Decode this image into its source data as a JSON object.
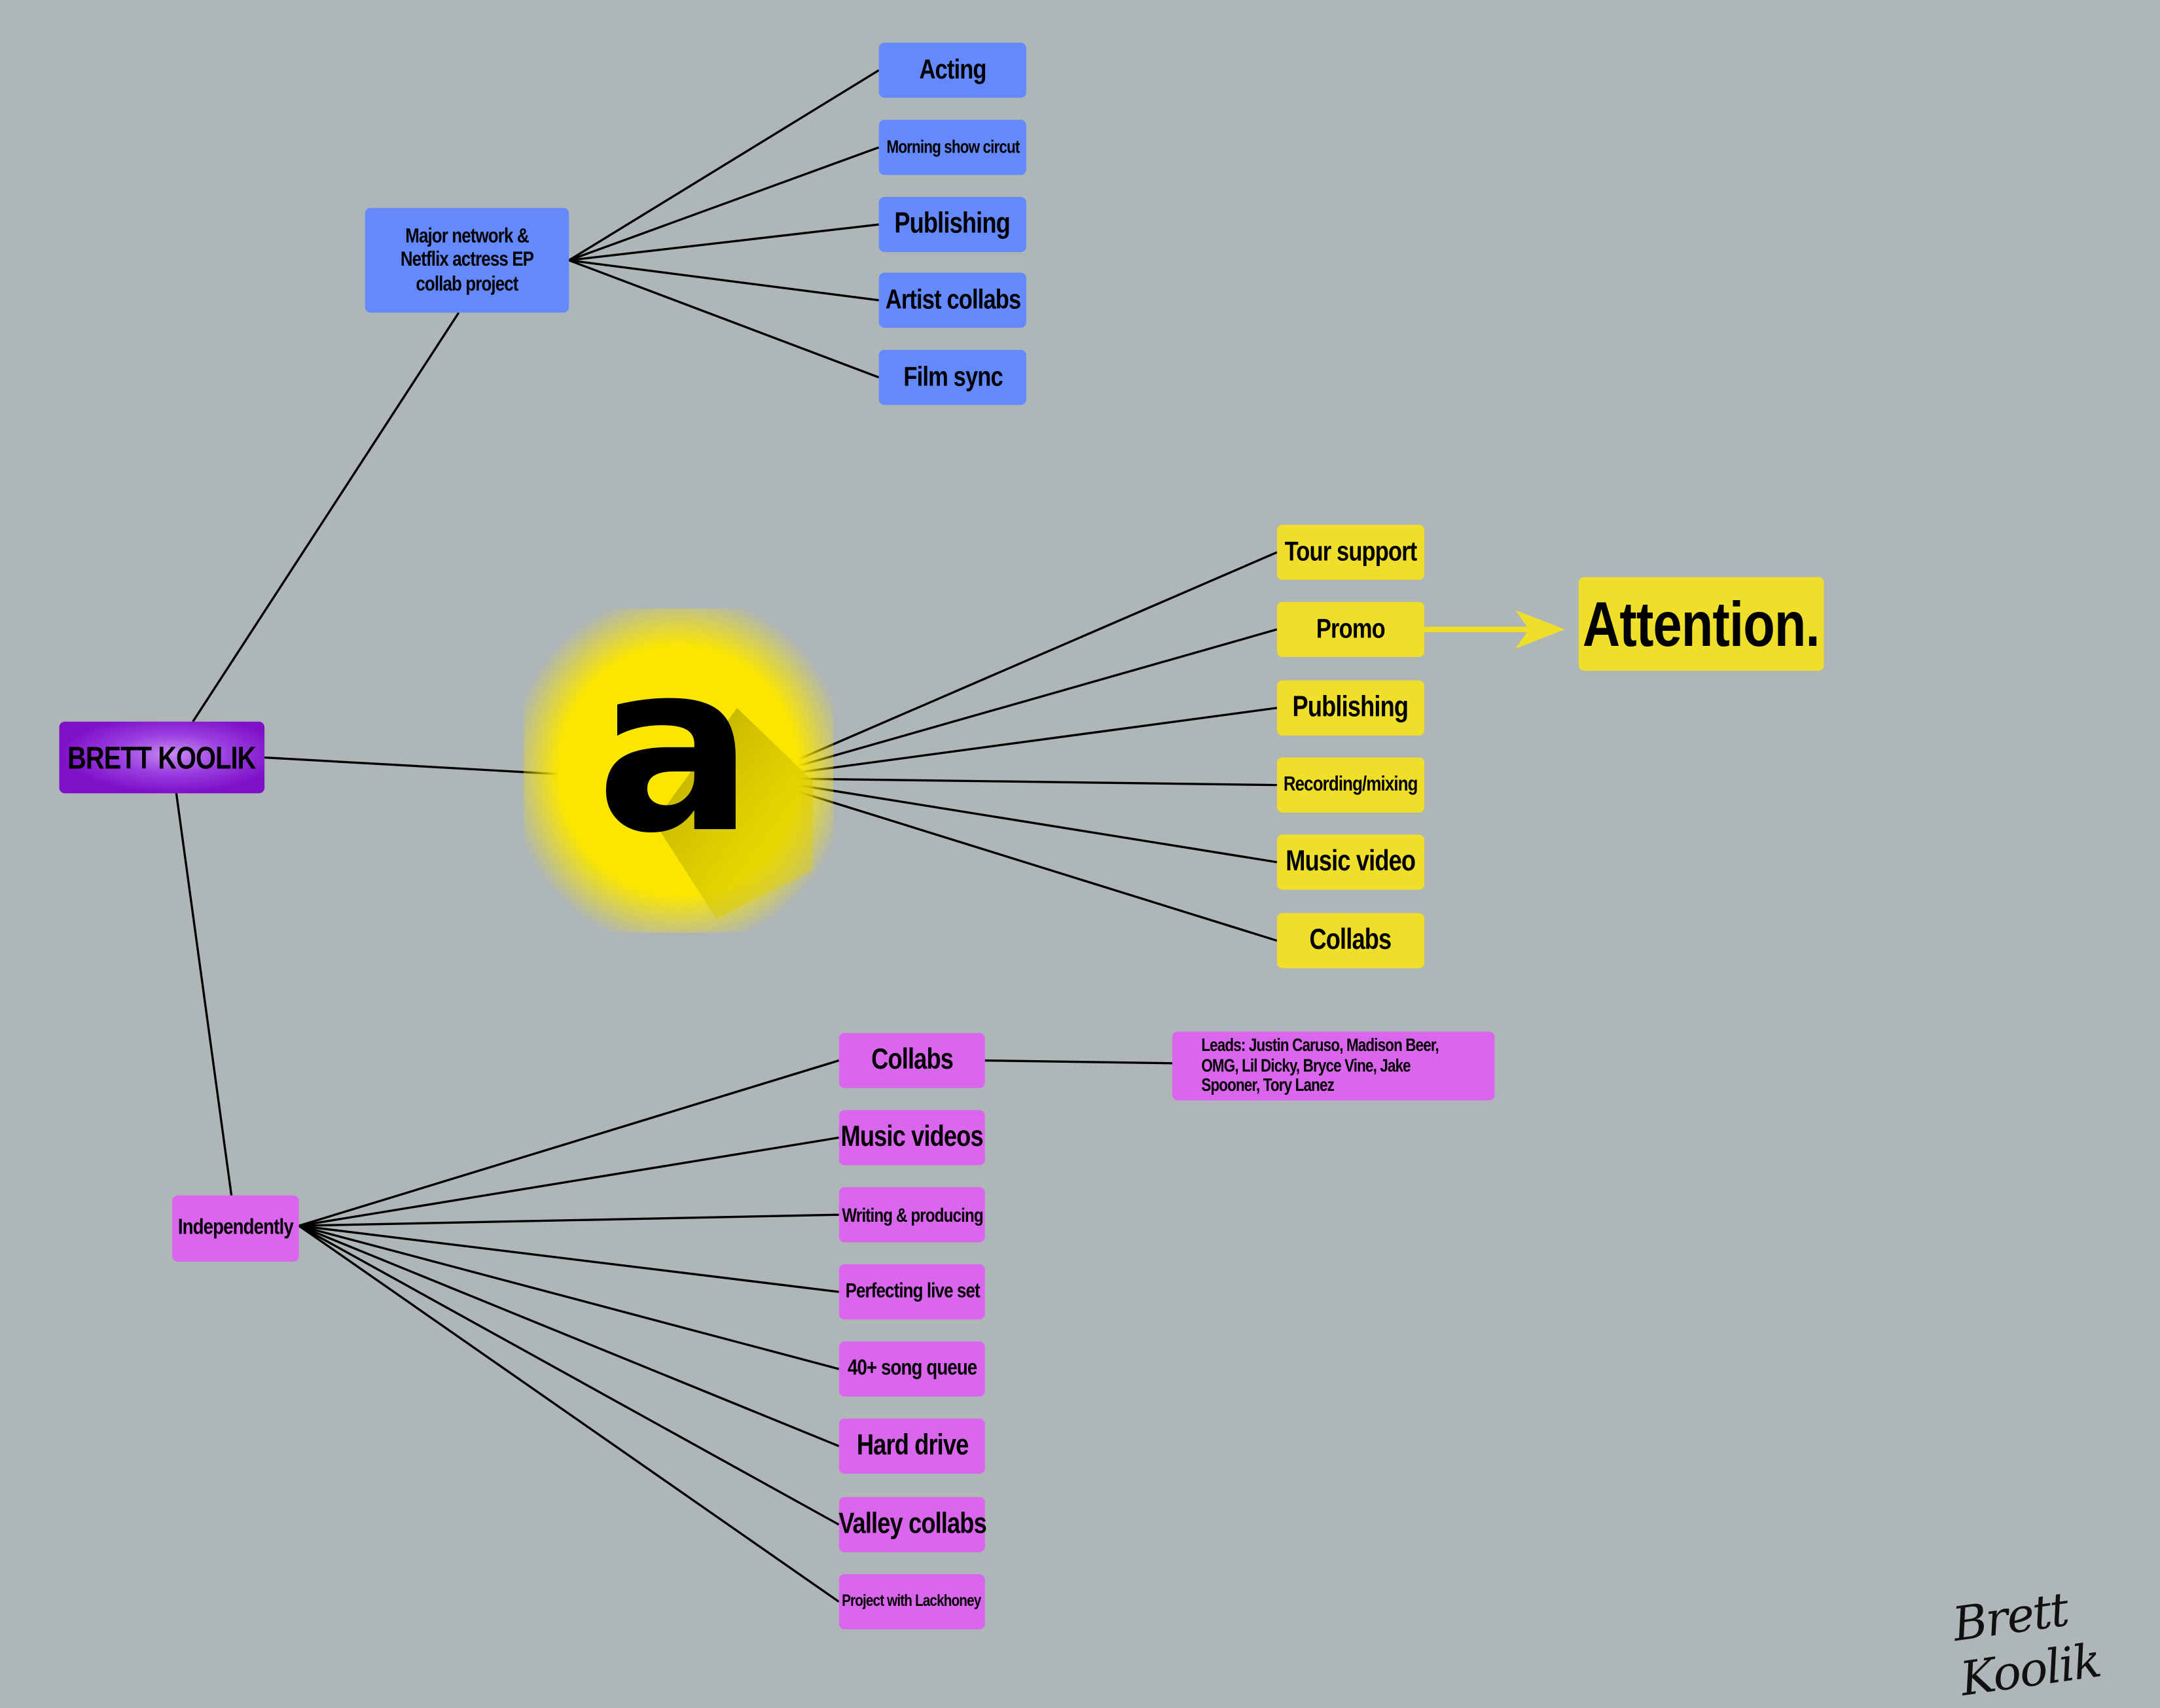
{
  "root": {
    "label": "BRETT KOOLIK"
  },
  "network_branch": {
    "label": "Major network & Netflix actress EP collab project",
    "items": [
      "Acting",
      "Morning show circut",
      "Publishing",
      "Artist collabs",
      "Film sync"
    ]
  },
  "label_branch": {
    "logo_letter": "a",
    "items": [
      "Tour support",
      "Promo",
      "Publishing",
      "Recording/mixing",
      "Music video",
      "Collabs"
    ],
    "outcome": "Attention."
  },
  "independent_branch": {
    "label": "Independently",
    "items": [
      "Collabs",
      "Music videos",
      "Writing & producing",
      "Perfecting live set",
      "40+ song queue",
      "Hard drive",
      "Valley collabs",
      "Project with Lackhoney"
    ],
    "leads": "Leads: Justin Caruso, Madison Beer, OMG, Lil Dicky, Bryce Vine, Jake Spooner, Tory Lanez"
  },
  "signature": "Brett Koolik",
  "colors": {
    "background": "#aeb6b8",
    "blue": "#6389fb",
    "yellow": "#efdf2a",
    "pink": "#d966ec",
    "purple": "#7e10c8"
  }
}
